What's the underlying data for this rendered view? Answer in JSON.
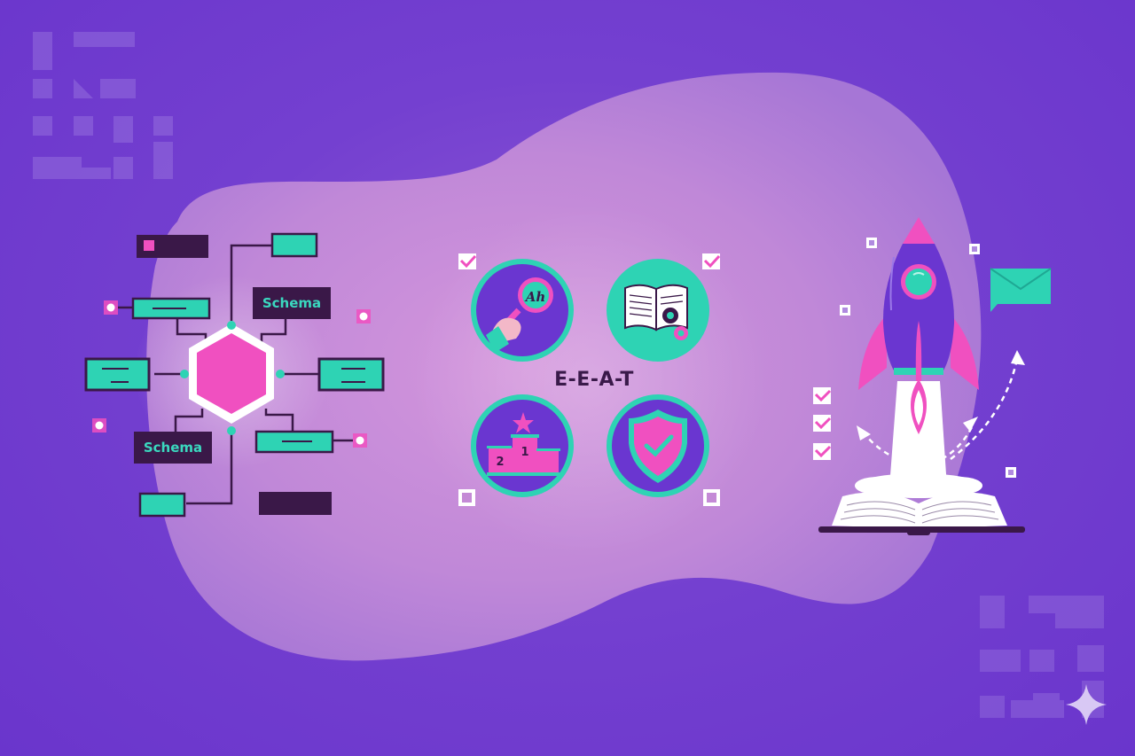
{
  "illustration": {
    "theme": "SEO content strategy",
    "colors": {
      "background": "#6f3bcf",
      "blob": "#c48ad6",
      "pink": "#f050c0",
      "teal": "#2ed3b4",
      "dark": "#3a1848",
      "white": "#ffffff",
      "purple_deep": "#6a36d0"
    }
  },
  "schema_diagram": {
    "center_icon": "hexagon-icon",
    "labels": [
      "Schema",
      "Schema"
    ]
  },
  "eeat_panel": {
    "title": "E-E-A-T",
    "badges": [
      {
        "icon": "magnifier-hand-icon",
        "text": "Ah",
        "checked": true
      },
      {
        "icon": "book-gear-icon",
        "checked": true
      },
      {
        "icon": "podium-icon",
        "podium_numbers": [
          "2",
          "1"
        ],
        "checked": false
      },
      {
        "icon": "shield-check-icon",
        "checked": false
      }
    ]
  },
  "launch_panel": {
    "icons": [
      "rocket-icon",
      "envelope-icon",
      "open-book-icon",
      "checklist-icon",
      "arrow-icon"
    ],
    "checklist_count": 3
  },
  "decor": {
    "sparkle_icon": "sparkle-icon"
  }
}
